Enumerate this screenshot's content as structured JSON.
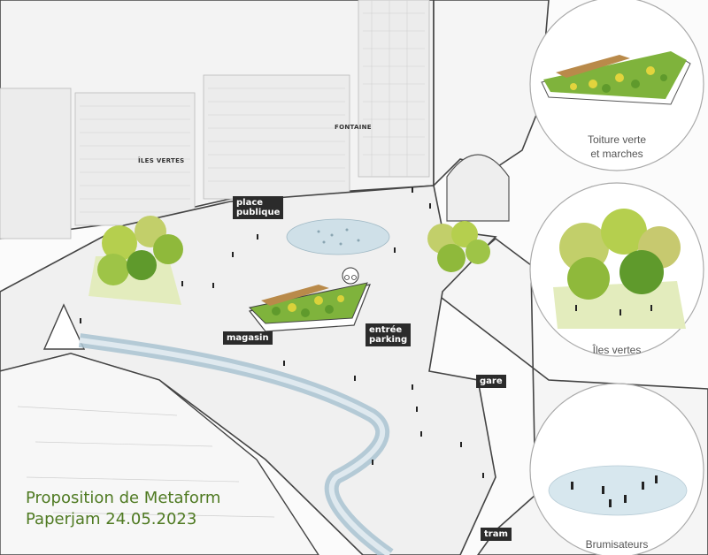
{
  "labels": {
    "place_publique": "place\npublique",
    "magasin": "magasin",
    "entree_parking": "entrée\nparking",
    "gare": "gare",
    "tram": "tram",
    "fontaine": "FONTAINE",
    "iles_vertes": "ÎLES VERTES"
  },
  "insets": {
    "toiture": "Toiture verte\net marches",
    "iles": "Îles vertes",
    "brumisateurs": "Brumisateurs"
  },
  "credit": {
    "line1": "Proposition de Metaform",
    "line2": "Paperjam 24.05.2023"
  },
  "colors": {
    "credit_text": "#4f7a22",
    "tag_bg": "#2b2b2b",
    "green_light": "#b5cf4e",
    "green_dark": "#5f9a2c",
    "water": "#cfe0e8",
    "tram_track": "#a9c3d1"
  }
}
